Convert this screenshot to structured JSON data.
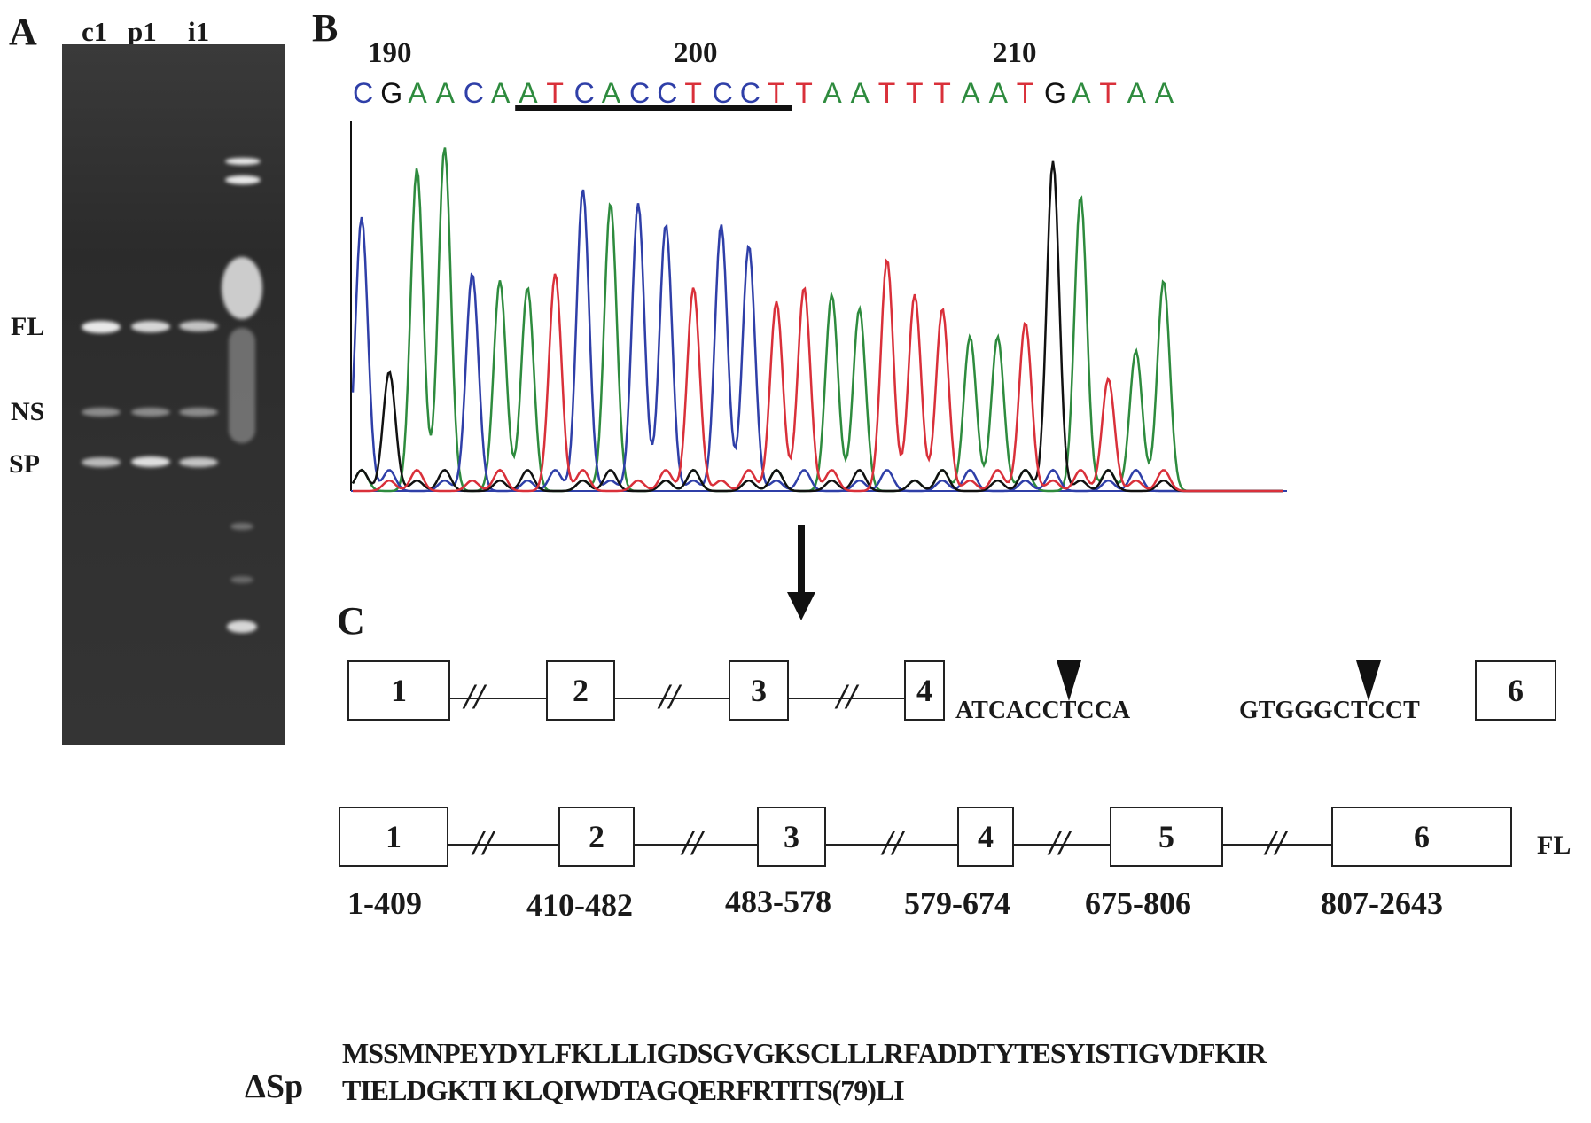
{
  "panels": {
    "a": "A",
    "b": "B",
    "c": "C"
  },
  "gel": {
    "lanes": [
      "c1",
      "p1",
      "i1"
    ],
    "bands": [
      "FL",
      "NS",
      "SP"
    ]
  },
  "chromatogram": {
    "positions": [
      "190",
      "200",
      "210"
    ],
    "sequence": [
      "C",
      "G",
      "A",
      "A",
      "C",
      "A",
      "A",
      "T",
      "C",
      "A",
      "C",
      "C",
      "T",
      "C",
      "C",
      "T",
      "T",
      "A",
      "A",
      "T",
      "T",
      "T",
      "A",
      "A",
      "T",
      "G",
      "A",
      "T",
      "A",
      "A"
    ],
    "base_colors": {
      "A": "#2e8b3e",
      "C": "#2f3fa8",
      "G": "#111111",
      "T": "#d9303a"
    },
    "underline_from": 6,
    "underline_to": 15
  },
  "splice": {
    "left_seq": "ATCACCTCCA",
    "right_seq": "GTGGGCTCCT"
  },
  "exons_top": [
    "1",
    "2",
    "3",
    "4",
    "6"
  ],
  "exons_full": [
    "1",
    "2",
    "3",
    "4",
    "5",
    "6"
  ],
  "full_label": "FL",
  "ranges": [
    "1-409",
    "410-482",
    "483-578",
    "579-674",
    "675-806",
    "807-2643"
  ],
  "protein": {
    "label": "ΔSp",
    "line1": "MSSMNPEYDYLFKLLLIGDSGVGKSCLLLRFADDTYTESYISTIGVDFKIR",
    "line2": "TIELDGKTI KLQIWDTAGQERFRTITS(79)LI"
  }
}
